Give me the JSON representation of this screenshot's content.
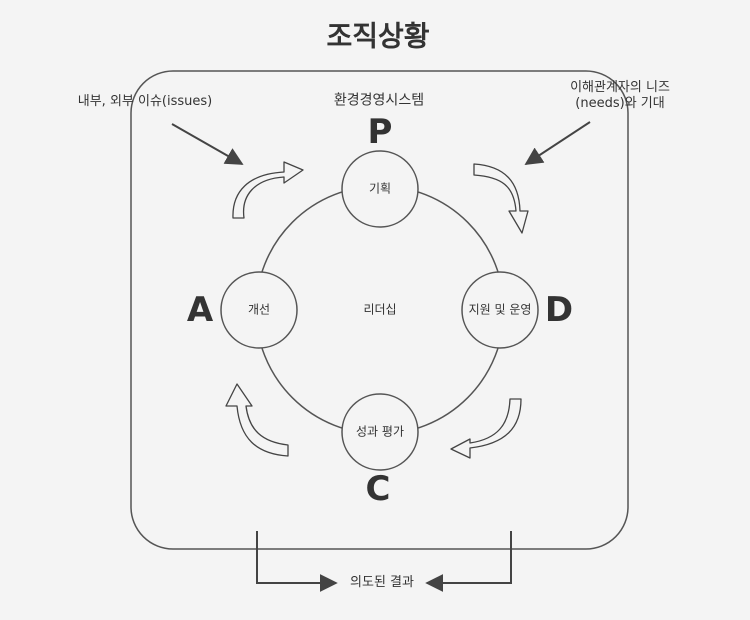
{
  "title": "조직상황",
  "system_label": "환경경영시스템",
  "external": {
    "left": "내부, 외부 이슈(issues)",
    "right_line1": "이해관계자의 니즈",
    "right_line2": "(needs)와 기대"
  },
  "letters": {
    "p": "P",
    "d": "D",
    "c": "C",
    "a": "A"
  },
  "nodes": {
    "plan": "기획",
    "support": "지원 및 운영",
    "evaluation": "성과 평가",
    "improvement": "개선",
    "center": "리더십"
  },
  "result": "의도된 결과"
}
